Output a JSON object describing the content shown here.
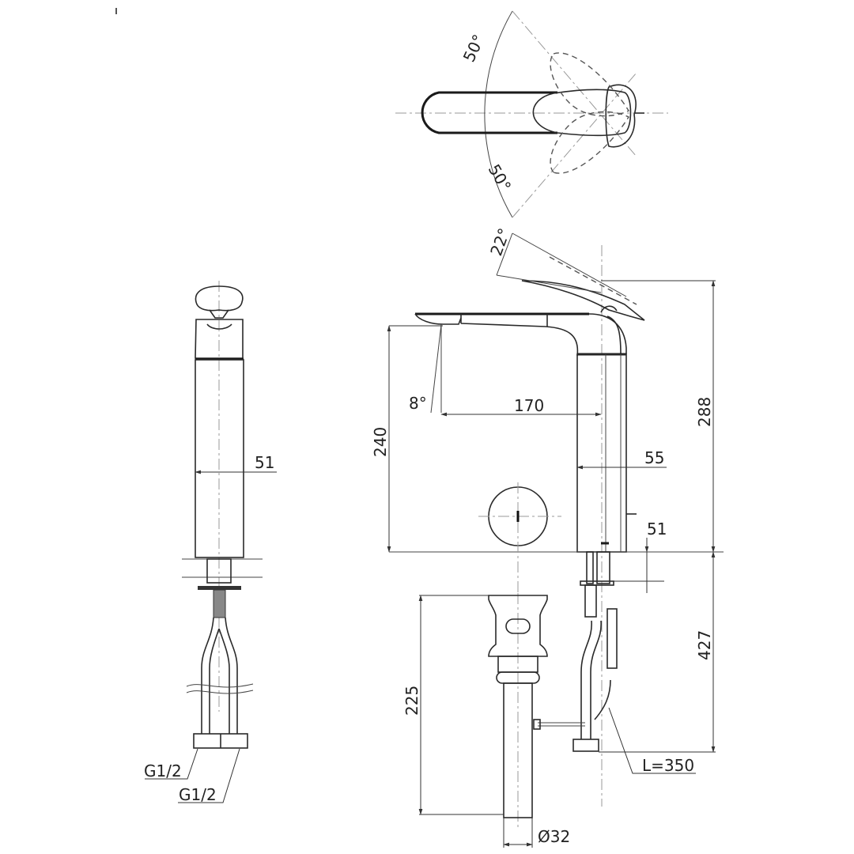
{
  "drawing": {
    "subject": "Single lever basin mixer faucet technical drawing",
    "views": [
      "top-view",
      "front-view",
      "side-view"
    ],
    "line_color": "#2a2a2a",
    "background": "#ffffff"
  },
  "top_view": {
    "handle_rotation_left": "50°",
    "handle_rotation_right": "50°"
  },
  "side_view": {
    "handle_lift_angle": "22°",
    "spout_outlet_angle": "8°",
    "spout_reach": "170",
    "spout_height": "240",
    "total_height": "288",
    "body_width": "55",
    "shank_length": "51",
    "below_deck_length": "427",
    "hose_length": "L=350"
  },
  "drain": {
    "drain_length": "225",
    "drain_diameter": "Ø32"
  },
  "front_view": {
    "body_diameter": "51",
    "inlet_connection_left": "G1/2",
    "inlet_connection_right": "G1/2"
  }
}
